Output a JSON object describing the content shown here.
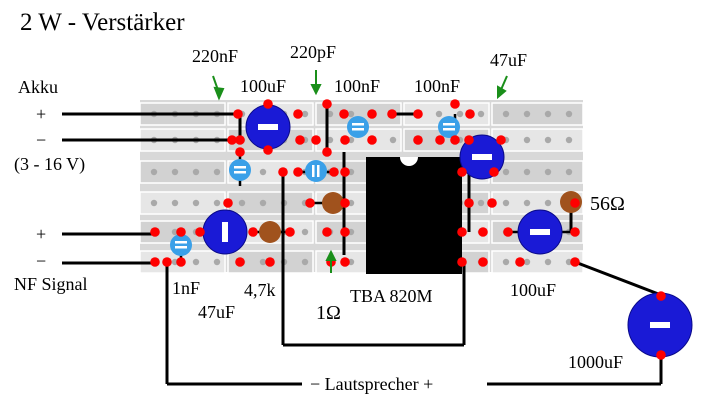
{
  "title": "2 W - Verstärker",
  "labels": {
    "akku": "Akku",
    "akku_plus": "+",
    "akku_minus": "−",
    "voltage_range": "(3 - 16 V)",
    "nf_plus": "+",
    "nf_minus": "−",
    "nf_signal": "NF Signal",
    "speaker": "− Lautsprecher +",
    "ic": "TBA 820M"
  },
  "components": {
    "c_220nF": "220nF",
    "c_220pF": "220pF",
    "c_47uF_top": "47uF",
    "c_100uF_top": "100uF",
    "c_100nF_a": "100nF",
    "c_100nF_b": "100nF",
    "c_1nF": "1nF",
    "c_47uF_bottom": "47uF",
    "r_4k7": "4,7k",
    "r_1ohm": "1Ω",
    "c_100uF_bottom": "100uF",
    "r_56ohm": "56Ω",
    "c_1000uF": "1000uF"
  },
  "colors": {
    "board": "#d8d8d8",
    "hole": "#a9a9a9",
    "solder_point": "#ff0000",
    "electrolytic": "#1a1ad6",
    "ceramic": "#3aa0e8",
    "resistor": "#a0521d",
    "ic": "#000000",
    "arrow": "#1a8f1a",
    "wire": "#000000"
  }
}
